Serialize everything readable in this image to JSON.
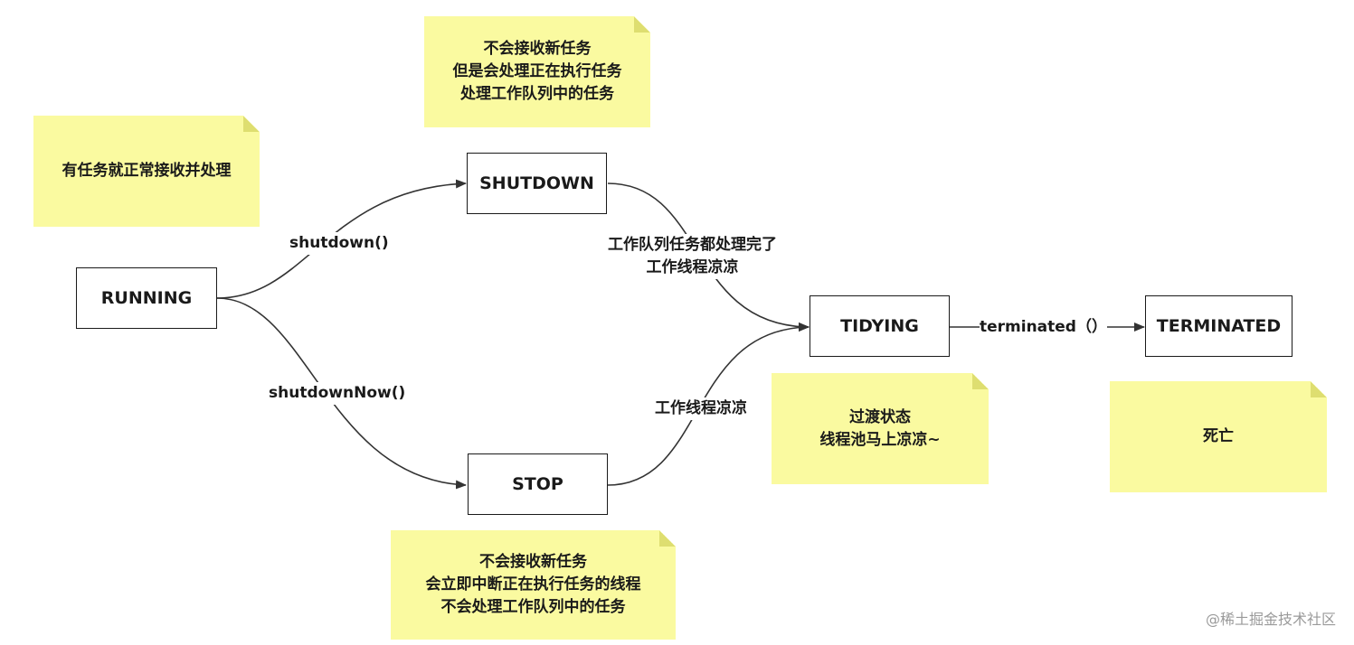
{
  "states": {
    "running": "RUNNING",
    "shutdown": "SHUTDOWN",
    "stop": "STOP",
    "tidying": "TIDYING",
    "terminated": "TERMINATED"
  },
  "edges": {
    "shutdown_call": "shutdown()",
    "shutdown_now_call": "shutdownNow()",
    "shutdown_to_tidying": "工作队列任务都处理完了\n工作线程凉凉",
    "stop_to_tidying": "工作线程凉凉",
    "terminated_call": "terminated（）"
  },
  "notes": {
    "running": "有任务就正常接收并处理",
    "shutdown": "不会接收新任务\n但是会处理正在执行任务\n处理工作队列中的任务",
    "stop": "不会接收新任务\n会立即中断正在执行任务的线程\n不会处理工作队列中的任务",
    "tidying": "过渡状态\n线程池马上凉凉~",
    "terminated": "死亡"
  },
  "watermark": "@稀土掘金技术社区",
  "colors": {
    "note_fill": "#fafaa0",
    "line": "#333333"
  }
}
